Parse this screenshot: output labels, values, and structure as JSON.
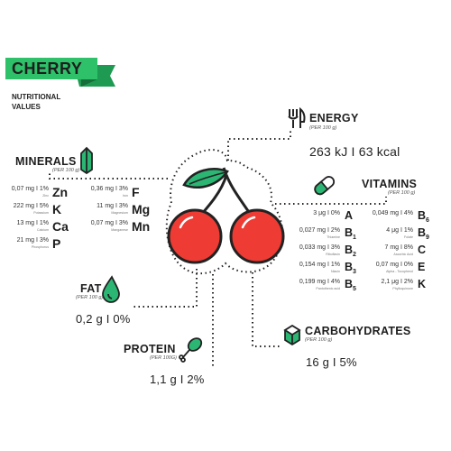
{
  "title": {
    "banner": "CHERRY",
    "subtitle_line1": "NUTRITIONAL",
    "subtitle_line2": "VALUES"
  },
  "colors": {
    "banner_green": "#2fc16a",
    "banner_dark": "#1e9a52",
    "cherry_red": "#ee3b33",
    "leaf_green": "#2bb673",
    "dotted_line": "#222222"
  },
  "energy": {
    "label": "ENERGY",
    "per": "(PER 100 g)",
    "value": "263 kJ I 63 kcal",
    "icon": "fork-knife-icon"
  },
  "minerals": {
    "label": "MINERALS",
    "per": "(PER 100 g)",
    "icon": "crystal-icon",
    "left": [
      {
        "amount": "0,07 mg I 1%",
        "name": "Zinc",
        "symbol": "Zn"
      },
      {
        "amount": "222 mg I 5%",
        "name": "Potassium",
        "symbol": "K"
      },
      {
        "amount": "13 mg I 1%",
        "name": "Calcium",
        "symbol": "Ca"
      },
      {
        "amount": "21 mg I 3%",
        "name": "Phosphorus",
        "symbol": "P"
      }
    ],
    "right": [
      {
        "amount": "0,36 mg I 3%",
        "name": "Iron",
        "symbol": "F"
      },
      {
        "amount": "11 mg I 3%",
        "name": "Magnesium",
        "symbol": "Mg"
      },
      {
        "amount": "0,07 mg I 3%",
        "name": "Manganese",
        "symbol": "Mn"
      }
    ]
  },
  "vitamins": {
    "label": "VITAMINS",
    "per": "(PER 100 g)",
    "icon": "pill-icon",
    "left": [
      {
        "amount": "3 μg I 0%",
        "name": "",
        "symbol": "A",
        "sub": ""
      },
      {
        "amount": "0,027 mg I 2%",
        "name": "Thiamine",
        "symbol": "B",
        "sub": "1"
      },
      {
        "amount": "0,033 mg I 3%",
        "name": "Riboflavin",
        "symbol": "B",
        "sub": "2"
      },
      {
        "amount": "0,154 mg I 1%",
        "name": "Niacin",
        "symbol": "B",
        "sub": "3"
      },
      {
        "amount": "0,199 mg I 4%",
        "name": "Pantothenic acid",
        "symbol": "B",
        "sub": "5"
      }
    ],
    "right": [
      {
        "amount": "0,049 mg I 4%",
        "name": "",
        "symbol": "B",
        "sub": "6"
      },
      {
        "amount": "4 μg I 1%",
        "name": "Folate",
        "symbol": "B",
        "sub": "9"
      },
      {
        "amount": "7 mg I 8%",
        "name": "Ascorbic Acid",
        "symbol": "C",
        "sub": ""
      },
      {
        "amount": "0,07 mg I 0%",
        "name": "Alpha - Tocopherol",
        "symbol": "E",
        "sub": ""
      },
      {
        "amount": "2,1 μg I 2%",
        "name": "Phylloquinone",
        "symbol": "K",
        "sub": ""
      }
    ]
  },
  "fat": {
    "label": "FAT",
    "per": "(PER 100 g)",
    "value": "0,2 g I 0%",
    "icon": "drop-icon"
  },
  "protein": {
    "label": "PROTEIN",
    "per": "(PER 100G)",
    "value": "1,1 g I 2%",
    "icon": "drumstick-icon"
  },
  "carbohydrates": {
    "label": "CARBOHYDRATES",
    "per": "(PER 100 g)",
    "value": "16 g I 5%",
    "icon": "sugar-cube-icon"
  }
}
